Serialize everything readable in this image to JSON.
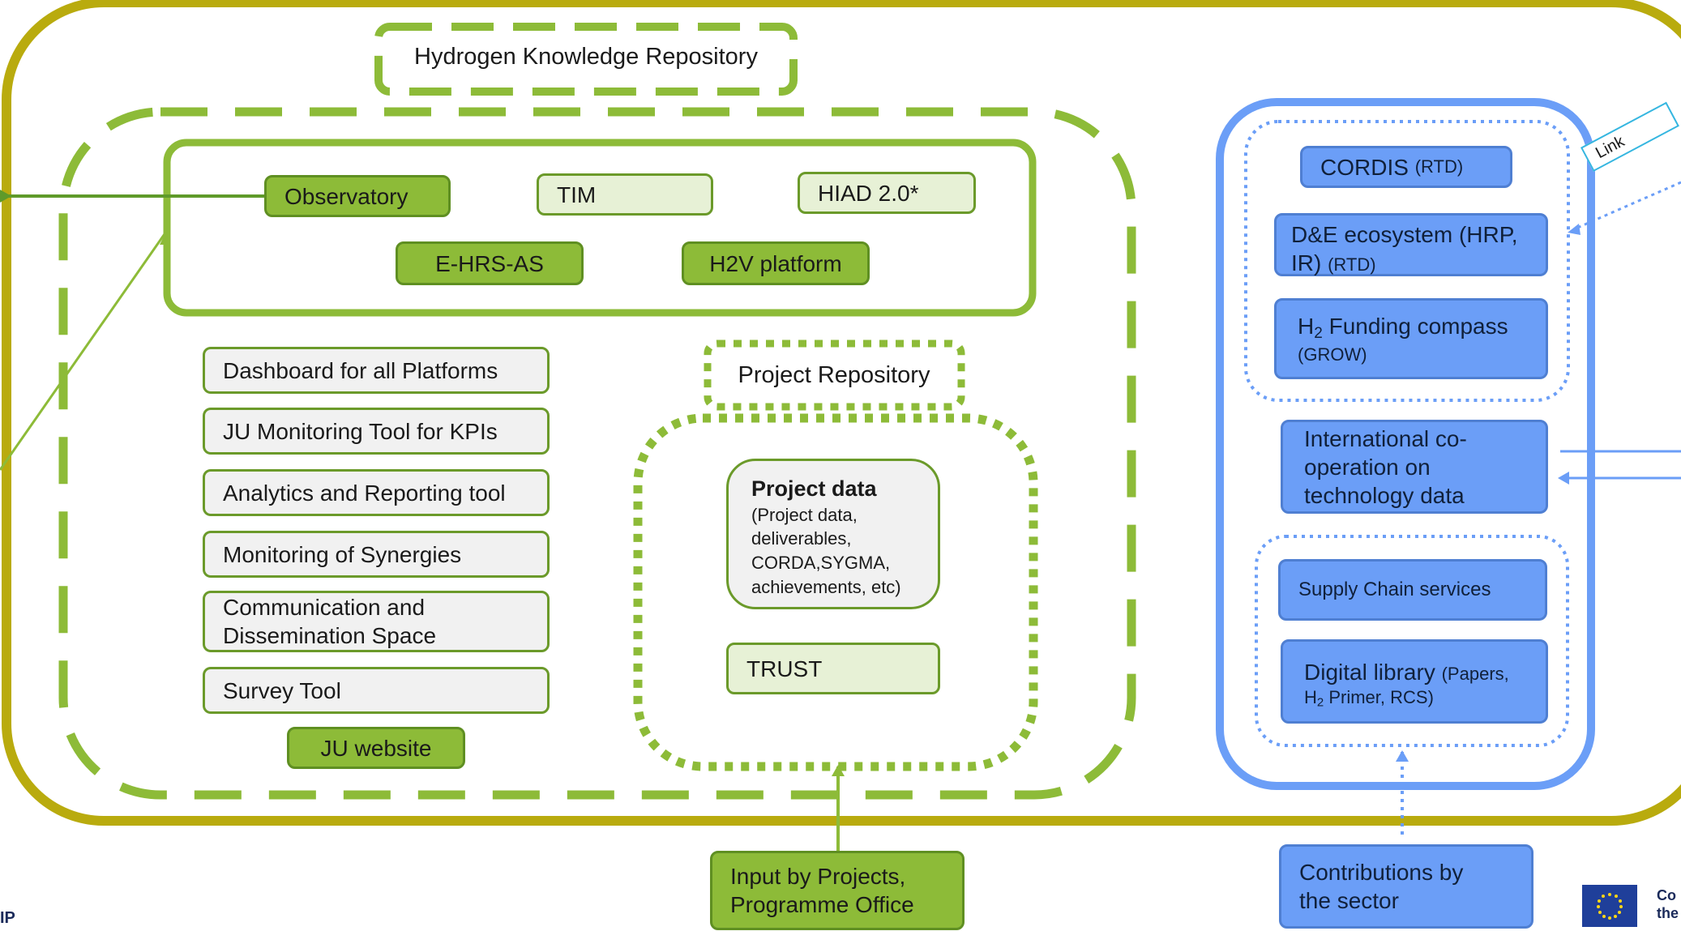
{
  "title": "Hydrogen Knowledge Repository",
  "top_platforms": [
    "Observatory",
    "TIM",
    "HIAD 2.0*",
    "E-HRS-AS",
    "H2V platform"
  ],
  "tools": [
    "Dashboard for all Platforms",
    "JU Monitoring Tool for KPIs",
    "Analytics and Reporting tool",
    "Monitoring of Synergies",
    "Communication and Dissemination Space",
    "Survey Tool"
  ],
  "ju_website": "JU website",
  "project_repository": {
    "title": "Project Repository",
    "project_data_title": "Project data",
    "project_data_detail": "(Project data, deliverables, CORDA,SYGMA, achievements, etc)",
    "trust": "TRUST"
  },
  "external": {
    "cordis": "CORDIS",
    "cordis_tag": "(RTD)",
    "de_ecosystem": "D&E ecosystem (HRP, IR)",
    "de_tag": "(RTD)",
    "funding_h": "H",
    "funding_sub": "2",
    "funding_rest": "Funding compass",
    "funding_tag": "(GROW)",
    "international": "International co-operation on technology data",
    "supply_chain": "Supply Chain services",
    "digital_library": "Digital library",
    "digital_library_detail_a": "(Papers,",
    "digital_library_detail_h": "H",
    "digital_library_detail_sub": "2",
    "digital_library_detail_b": "Primer, RCS)"
  },
  "link_label": "Link",
  "input_projects": "Input by Projects, Programme Office",
  "contributions": "Contributions by the sector",
  "footer_left": "IP",
  "footer_right": "Co\nthe"
}
